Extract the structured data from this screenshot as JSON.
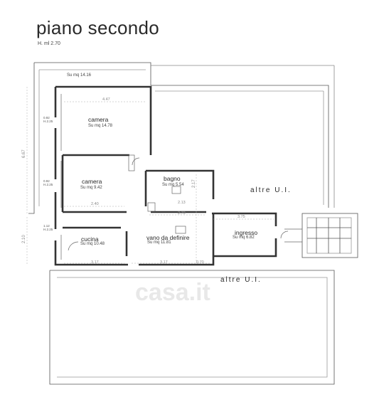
{
  "title": "piano secondo",
  "height_note": "H. ml 2.70",
  "rooms": {
    "balcony_area": "Su mq 14.16",
    "camera1": {
      "name": "camera",
      "area": "Su mq 14.78"
    },
    "camera2": {
      "name": "camera",
      "area": "Su mq 9.42"
    },
    "bagno": {
      "name": "bagno",
      "area": "Su mq 5.54"
    },
    "cucina": {
      "name": "cucina",
      "area": "Su mq 10.48"
    },
    "vano": {
      "name": "vano da definire",
      "area": "Su mq 11.81"
    },
    "ingresso": {
      "name": "ingresso",
      "area": "Su mq 6.82"
    }
  },
  "other_units": [
    "altre U.I.",
    "altre U.I."
  ],
  "dimensions": {
    "top_width": "4.47",
    "camera2_width": "2.40",
    "vano_width": "2.70",
    "ingresso_width": "3.75",
    "cucina_width": "3.17",
    "vano_bottom": "3.17",
    "ingresso_bottom": "0.70",
    "bagno_width": "2.13",
    "overall_height_upper": "6.67",
    "overall_height_lower": "2.10",
    "hall_height": "2.17"
  },
  "window_notes": {
    "w1": [
      "0.92",
      "H.2.25"
    ],
    "w2": [
      "0.92",
      "H.2.25"
    ],
    "w3": [
      "1.12",
      "H.2.25"
    ]
  },
  "watermark": "casa.it"
}
